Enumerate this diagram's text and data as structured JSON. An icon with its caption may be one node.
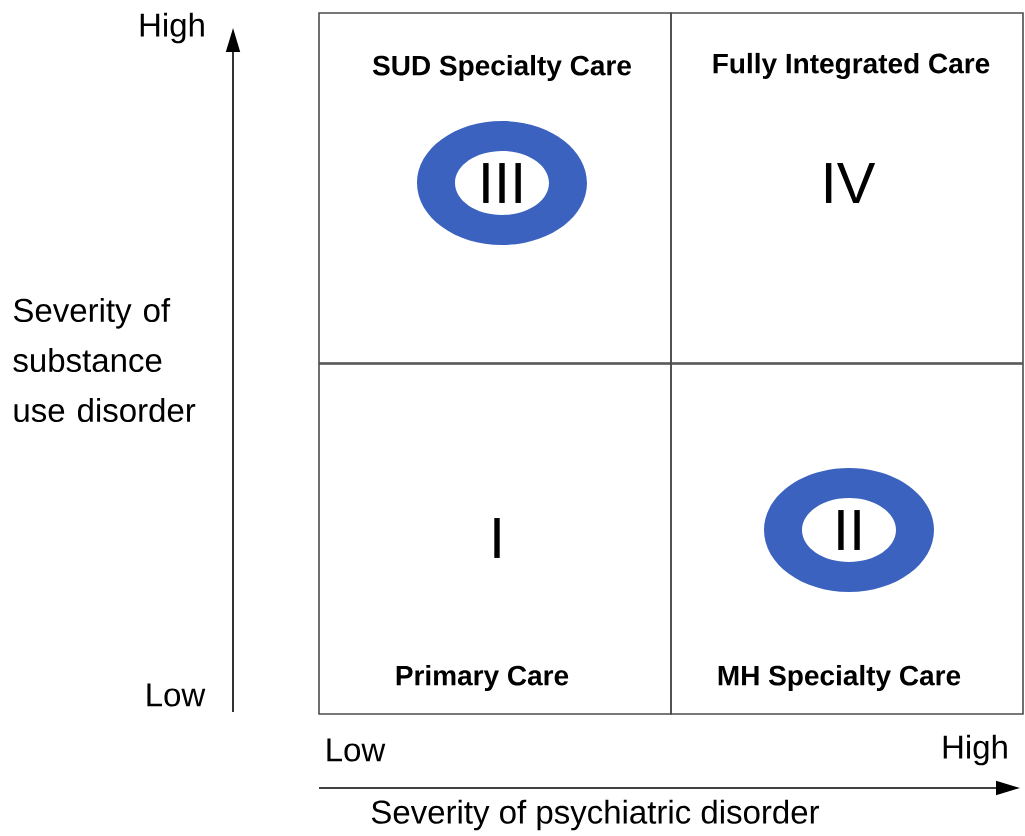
{
  "diagram": {
    "nodes": [
      {
        "text": [
          "SUD Specialty Care"
        ]
      },
      {
        "text": [
          "III"
        ],
        "in": 0
      },
      {
        "text": [
          "Fully Integrated Care",
          "IV"
        ]
      },
      {
        "text": [
          "I",
          "Primary Care"
        ]
      },
      {
        "text": [
          "MH Specialty Care"
        ]
      },
      {
        "text": [
          "II"
        ],
        "in": 4
      }
    ],
    "labels": [
      "High",
      "Severity of substance use disorder",
      "Low",
      "Low",
      "High",
      "Severity of psychiatric disorder"
    ]
  }
}
